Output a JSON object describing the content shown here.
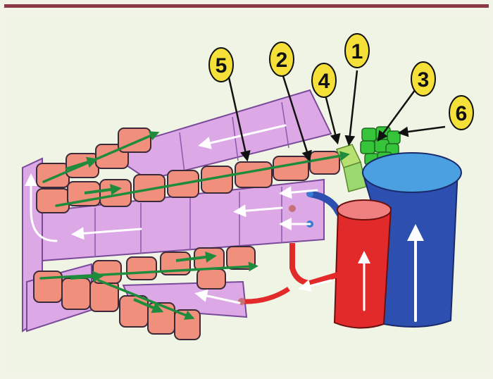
{
  "diagram": {
    "callouts": [
      {
        "id": "1",
        "label": "1"
      },
      {
        "id": "2",
        "label": "2"
      },
      {
        "id": "3",
        "label": "3"
      },
      {
        "id": "4",
        "label": "4"
      },
      {
        "id": "5",
        "label": "5"
      },
      {
        "id": "6",
        "label": "6"
      }
    ]
  },
  "colors": {
    "frame_border": "#8a3a45",
    "background": "#f1f4e6",
    "lamella": "#dca9e6",
    "lamella_edge": "#7a4a9a",
    "filament": "#f0907c",
    "filament_edge": "#3a2a3a",
    "gas_flow_arrow": "#1e8c3c",
    "water_flow_arrow": "#ffffff",
    "artery": "#e22a2a",
    "vein": "#2c4fb0",
    "vein_top": "#4aa0e0",
    "gland": "#35c43a",
    "gland_edge": "#1e6a1e",
    "callout_fill": "#f5e03a"
  },
  "icons": [
    "arrow-icon"
  ]
}
